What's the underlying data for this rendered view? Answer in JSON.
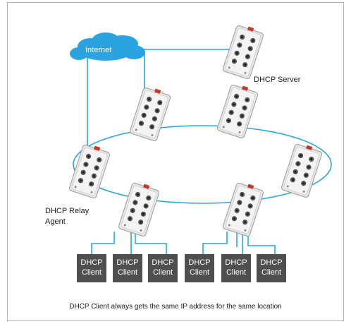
{
  "cloud_label": "Internet",
  "server_label": "DHCP Server",
  "relay_label_line1": "DHCP Relay",
  "relay_label_line2": "Agent",
  "clients": [
    {
      "line1": "DHCP",
      "line2": "Client"
    },
    {
      "line1": "DHCP",
      "line2": "Client"
    },
    {
      "line1": "DHCP",
      "line2": "Client"
    },
    {
      "line1": "DHCP",
      "line2": "Client"
    },
    {
      "line1": "DHCP",
      "line2": "Client"
    },
    {
      "line1": "DHCP",
      "line2": "Client"
    }
  ],
  "caption": "DHCP Client always gets the same IP address for the same location",
  "colors": {
    "link": "#2aa3e0",
    "cloud": "#2aa3e0",
    "switch_body": "#e6e6e6",
    "client_box": "#4f4f4f"
  }
}
